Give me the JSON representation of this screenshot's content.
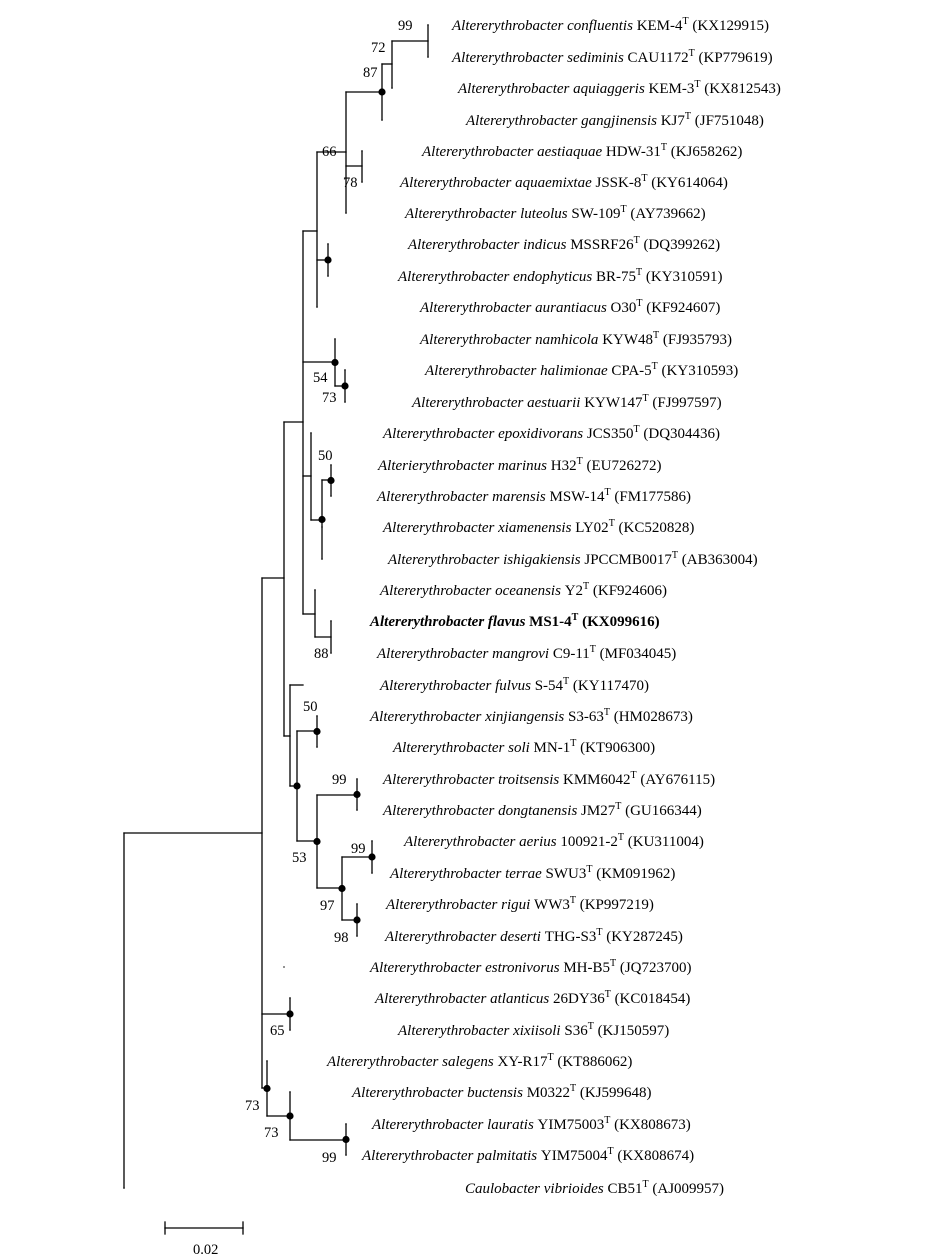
{
  "tree": {
    "taxa": [
      {
        "genus": "Altererythrobacter",
        "species": "confluentis",
        "strain": "KEM-4",
        "type_mark": "T",
        "accession": "(KX129915)"
      },
      {
        "genus": "Altererythrobacter",
        "species": "sediminis",
        "strain": "CAU1172",
        "type_mark": "T",
        "accession": "(KP779619)"
      },
      {
        "genus": "Altererythrobacter",
        "species": "aquiaggeris",
        "strain": "KEM-3",
        "type_mark": "T",
        "accession": "(KX812543)"
      },
      {
        "genus": "Altererythrobacter",
        "species": "gangjinensis",
        "strain": "KJ7",
        "type_mark": "T",
        "accession": "(JF751048)"
      },
      {
        "genus": "Altererythrobacter",
        "species": "aestiaquae",
        "strain": "HDW-31",
        "type_mark": "T",
        "accession": "(KJ658262)"
      },
      {
        "genus": "Altererythrobacter",
        "species": "aquaemixtae",
        "strain": "JSSK-8",
        "type_mark": "T",
        "accession": "(KY614064)"
      },
      {
        "genus": "Altererythrobacter",
        "species": "luteolus",
        "strain": "SW-109",
        "type_mark": "T",
        "accession": "(AY739662)"
      },
      {
        "genus": "Altererythrobacter",
        "species": "indicus",
        "strain": "MSSRF26",
        "type_mark": "T",
        "accession": "(DQ399262)"
      },
      {
        "genus": "Altererythrobacter",
        "species": "endophyticus",
        "strain": "BR-75",
        "type_mark": "T",
        "accession": "(KY310591)"
      },
      {
        "genus": "Altererythrobacter",
        "species": "aurantiacus",
        "strain": "O30",
        "type_mark": "T",
        "accession": "(KF924607)"
      },
      {
        "genus": "Altererythrobacter",
        "species": "namhicola",
        "strain": "KYW48",
        "type_mark": "T",
        "accession": "(FJ935793)"
      },
      {
        "genus": "Altererythrobacter",
        "species": "halimionae",
        "strain": "CPA-5",
        "type_mark": "T",
        "accession": "(KY310593)"
      },
      {
        "genus": "Altererythrobacter",
        "species": "aestuarii",
        "strain": "KYW147",
        "type_mark": "T",
        "accession": "(FJ997597)"
      },
      {
        "genus": "Altererythrobacter",
        "species": "epoxidivorans",
        "strain": "JCS350",
        "type_mark": "T",
        "accession": "(DQ304436)"
      },
      {
        "genus": "Alterierythrobacter",
        "species": "marinus",
        "strain": "H32",
        "type_mark": "T",
        "accession": "(EU726272)"
      },
      {
        "genus": "Altererythrobacter",
        "species": "marensis",
        "strain": "MSW-14",
        "type_mark": "T",
        "accession": "(FM177586)"
      },
      {
        "genus": "Altererythrobacter",
        "species": "xiamenensis",
        "strain": "LY02",
        "type_mark": "T",
        "accession": "(KC520828)"
      },
      {
        "genus": "Altererythrobacter",
        "species": "ishigakiensis",
        "strain": "JPCCMB0017",
        "type_mark": "T",
        "accession": "(AB363004)"
      },
      {
        "genus": "Altererythrobacter",
        "species": "oceanensis",
        "strain": "Y2",
        "type_mark": "T",
        "accession": "(KF924606)"
      },
      {
        "genus": "Altererythrobacter",
        "species": "flavus",
        "strain": "MS1-4",
        "type_mark": "T",
        "accession": "(KX099616)",
        "bold": true
      },
      {
        "genus": "Altererythrobacter",
        "species": "mangrovi",
        "strain": "C9-11",
        "type_mark": "T",
        "accession": "(MF034045)"
      },
      {
        "genus": "Altererythrobacter",
        "species": "fulvus",
        "strain": "S-54",
        "type_mark": "T",
        "accession": "(KY117470)"
      },
      {
        "genus": "Altererythrobacter",
        "species": "xinjiangensis",
        "strain": "S3-63",
        "type_mark": "T",
        "accession": "(HM028673)"
      },
      {
        "genus": "Altererythrobacter",
        "species": "soli",
        "strain": "MN-1",
        "type_mark": "T",
        "accession": "(KT906300)"
      },
      {
        "genus": "Altererythrobacter",
        "species": "troitsensis",
        "strain": "KMM6042",
        "type_mark": "T",
        "accession": "(AY676115)"
      },
      {
        "genus": "Altererythrobacter",
        "species": "dongtanensis",
        "strain": "JM27",
        "type_mark": "T",
        "accession": "(GU166344)"
      },
      {
        "genus": "Altererythrobacter",
        "species": "aerius",
        "strain": "100921-2",
        "type_mark": "T",
        "accession": "(KU311004)"
      },
      {
        "genus": "Altererythrobacter",
        "species": "terrae",
        "strain": "SWU3",
        "type_mark": "T",
        "accession": "(KM091962)"
      },
      {
        "genus": "Altererythrobacter",
        "species": "rigui",
        "strain": "WW3",
        "type_mark": "T",
        "accession": "(KP997219)"
      },
      {
        "genus": "Altererythrobacter",
        "species": "deserti",
        "strain": "THG-S3",
        "type_mark": "T",
        "accession": "(KY287245)"
      },
      {
        "genus": "Altererythrobacter",
        "species": "estronivorus",
        "strain": "MH-B5",
        "type_mark": "T",
        "accession": "(JQ723700)"
      },
      {
        "genus": "Altererythrobacter",
        "species": "atlanticus",
        "strain": "26DY36",
        "type_mark": "T",
        "accession": "(KC018454)"
      },
      {
        "genus": "Altererythrobacter",
        "species": "xixiisoli",
        "strain": "S36",
        "type_mark": "T",
        "accession": "(KJ150597)"
      },
      {
        "genus": "Altererythrobacter",
        "species": "salegens",
        "strain": "XY-R17",
        "type_mark": "T",
        "accession": "(KT886062)"
      },
      {
        "genus": "Altererythrobacter",
        "species": "buctensis",
        "strain": "M0322",
        "type_mark": "T",
        "accession": "(KJ599648)"
      },
      {
        "genus": "Altererythrobacter",
        "species": "lauratis",
        "strain": "YIM75003",
        "type_mark": "T",
        "accession": "(KX808673)"
      },
      {
        "genus": "Altererythrobacter",
        "species": "palmitatis",
        "strain": "YIM75004",
        "type_mark": "T",
        "accession": "(KX808674)"
      },
      {
        "genus": "Caulobacter",
        "species": "vibrioides",
        "strain": "CB51",
        "type_mark": "T",
        "accession": "(AJ009957)"
      }
    ],
    "bootstrap_values": [
      "99",
      "72",
      "87",
      "66",
      "78",
      "54",
      "73",
      "50",
      "88",
      "50",
      "99",
      "53",
      "99",
      "97",
      "98",
      "65",
      "73",
      "73",
      "99"
    ],
    "scale_bar_label": "0.02"
  }
}
